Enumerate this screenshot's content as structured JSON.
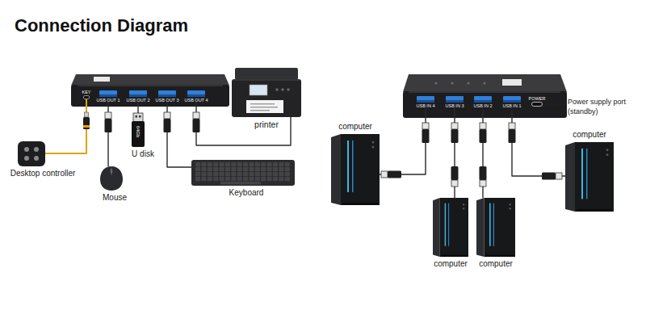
{
  "diagram": {
    "title": "Connection Diagram",
    "nodes": [
      {
        "text": [
          "KEY"
        ]
      },
      {
        "text": [
          "USB OUT 1"
        ]
      },
      {
        "text": [
          "USB OUT 2"
        ]
      },
      {
        "text": [
          "USB OUT 3"
        ]
      },
      {
        "text": [
          "USB OUT 4"
        ]
      },
      {
        "text": [
          "printer"
        ]
      },
      {
        "text": [
          "Desktop controller"
        ]
      },
      {
        "text": [
          "Mouse"
        ]
      },
      {
        "text": [
          "U disk"
        ]
      },
      {
        "text": [
          "Keyboard"
        ]
      },
      {
        "text": [
          "USB IN 4"
        ]
      },
      {
        "text": [
          "USB IN 3"
        ]
      },
      {
        "text": [
          "USB IN 2"
        ]
      },
      {
        "text": [
          "USB IN 1"
        ]
      },
      {
        "text": [
          "POWER"
        ]
      },
      {
        "text": [
          "computer"
        ]
      },
      {
        "text": [
          "computer"
        ]
      },
      {
        "text": [
          "computer"
        ]
      },
      {
        "text": [
          "computer"
        ]
      }
    ],
    "edges": [
      {
        "from": 0,
        "to": 6,
        "arrow": "none"
      },
      {
        "from": 1,
        "to": 7,
        "arrow": "none"
      },
      {
        "from": 2,
        "to": 8,
        "arrow": "none"
      },
      {
        "from": 3,
        "to": 9,
        "arrow": "none"
      },
      {
        "from": 4,
        "to": 5,
        "arrow": "none"
      },
      {
        "from": 10,
        "to": 15,
        "arrow": "none"
      },
      {
        "from": 11,
        "to": 17,
        "arrow": "none"
      },
      {
        "from": 12,
        "to": 18,
        "arrow": "none"
      },
      {
        "from": 13,
        "to": 16,
        "arrow": "none"
      }
    ],
    "labels": [
      "64Gb",
      "Power supply port (standby)"
    ]
  }
}
